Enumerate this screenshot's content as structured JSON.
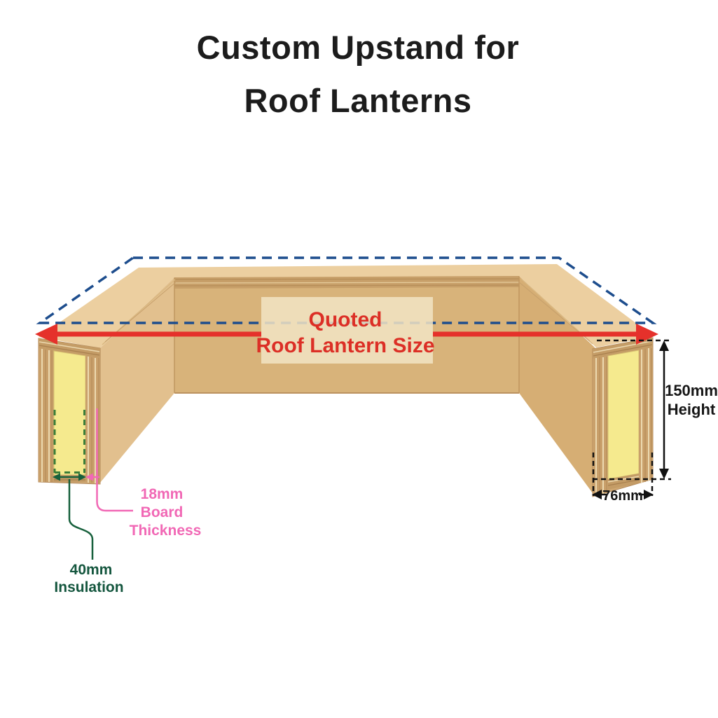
{
  "title": {
    "line1": "Custom Upstand for",
    "line2": "Roof Lanterns"
  },
  "diagram": {
    "quoted_label": {
      "line1": "Quoted",
      "line2": "Roof Lantern Size"
    },
    "dimensions": {
      "height": {
        "line1": "150mm",
        "line2": "Height"
      },
      "width": "76mm",
      "board_thickness": {
        "line1": "18mm",
        "line2": "Board",
        "line3": "Thickness"
      },
      "insulation": {
        "line1": "40mm",
        "line2": "Insulation"
      }
    }
  },
  "colors": {
    "title_text": "#1c1c1c",
    "red": "#e5312b",
    "label_red": "#dc2f26",
    "blue": "#1d4d8d",
    "pink": "#f168b5",
    "green": "#17603c",
    "green_dash": "#3b7d38",
    "green_text": "#14563e",
    "yellow": "#f5ea8e",
    "wood_top": "#eccfa0",
    "wood_back": "#d8b37a",
    "wood_left": "#e2c08e",
    "wood_right": "#d6ae74",
    "label_box": "#f2e4c4"
  }
}
